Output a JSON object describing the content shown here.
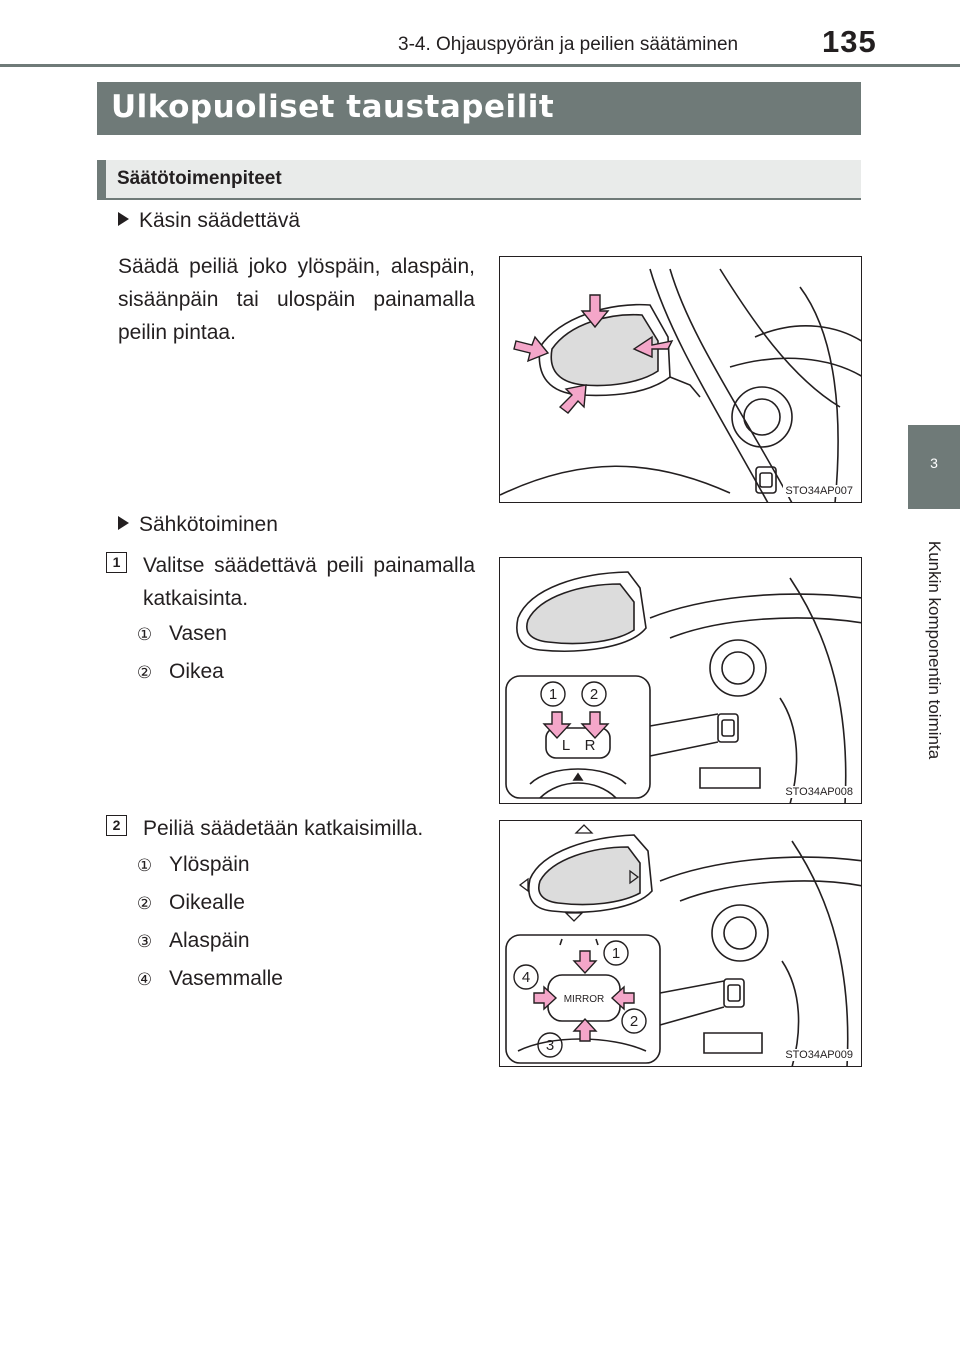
{
  "header": {
    "section": "3-4. Ohjauspyörän ja peilien säätäminen",
    "page_number": "135"
  },
  "side_tab": {
    "chapter": "3",
    "chapter_title": "Kunkin komponentin toiminta"
  },
  "title": "Ulkopuoliset taustapeilit",
  "subtitle": "Säätötoimenpiteet",
  "manual": {
    "heading": "Käsin säädettävä",
    "text": "Säädä peiliä joko ylöspäin, alaspäin, sisäänpäin tai ulospäin painamalla peilin pintaa.",
    "figure_code": "STO34AP007"
  },
  "electric": {
    "heading": "Sähkötoiminen",
    "step1": {
      "number": "1",
      "text": "Valitse säädettävä peili painamalla katkaisinta.",
      "items": [
        {
          "num": "①",
          "label": "Vasen"
        },
        {
          "num": "②",
          "label": "Oikea"
        }
      ],
      "figure_code": "STO34AP008",
      "switch_left": "L",
      "switch_right": "R"
    },
    "step2": {
      "number": "2",
      "text": "Peiliä säädetään katkaisimilla.",
      "items": [
        {
          "num": "①",
          "label": "Ylöspäin"
        },
        {
          "num": "②",
          "label": "Oikealle"
        },
        {
          "num": "③",
          "label": "Alaspäin"
        },
        {
          "num": "④",
          "label": "Vasemmalle"
        }
      ],
      "figure_code": "STO34AP009",
      "switch_label": "MIRROR"
    }
  },
  "colors": {
    "accent_gray": "#6f7a78",
    "arrow_pink": "#f4a6c9"
  }
}
